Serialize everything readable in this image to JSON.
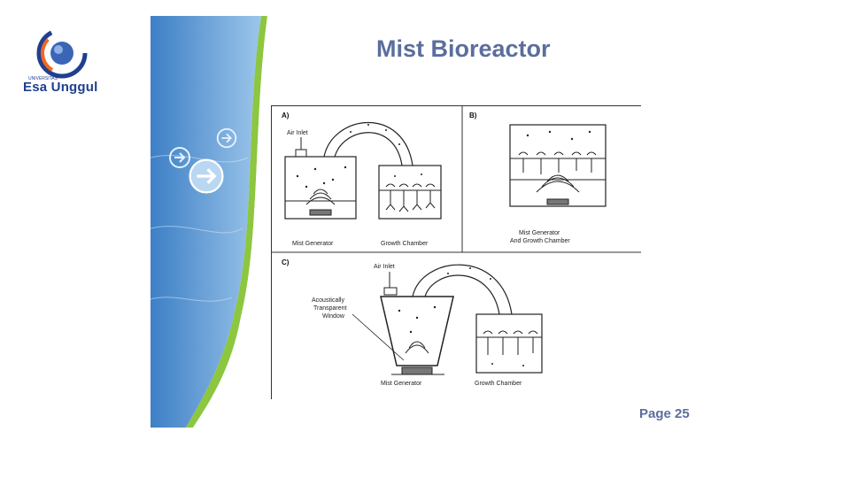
{
  "logo": {
    "name": "Esa Unggul",
    "small_text": "UNIVERSITAS"
  },
  "slide": {
    "title": "Mist Bioreactor",
    "page": "Page 25"
  },
  "diagram": {
    "panel_a": {
      "tag": "A)",
      "air_inlet": "Air Inlet",
      "mist_generator": "Mist Generator",
      "growth_chamber": "Growth Chamber"
    },
    "panel_b": {
      "tag": "B)",
      "label_line1": "Mist Generator",
      "label_line2": "And Growth Chamber"
    },
    "panel_c": {
      "tag": "C)",
      "air_inlet": "Air Inlet",
      "window_line1": "Acoustically",
      "window_line2": "Transparent",
      "window_line3": "Window",
      "mist_generator": "Mist Generator",
      "growth_chamber": "Growth Chamber"
    }
  },
  "colors": {
    "title": "#5b6e9c",
    "sidebar_blue": "#3d7fc6",
    "accent_green": "#8dc63f",
    "logo_blue": "#1f3f8f",
    "logo_orange": "#f26722"
  },
  "icons": [
    "arrow-right-circle-icon",
    "arrow-right-circle-icon",
    "arrow-right-circle-icon"
  ]
}
